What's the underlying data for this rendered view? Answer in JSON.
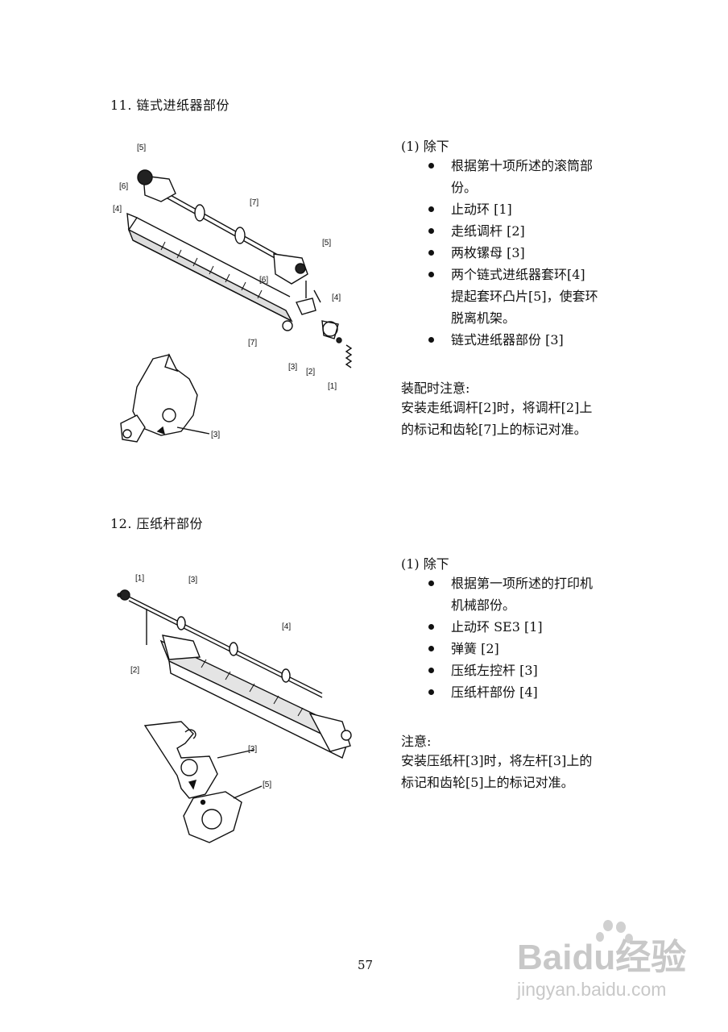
{
  "sections": [
    {
      "title": "11.  链式进纸器部份",
      "remove_heading": "(1)  除下",
      "items": [
        "根据第十项所述的滚筒部",
        "份。",
        "止动环 [1]",
        "走纸调杆 [2]",
        "两枚镙母 [3]",
        "两个链式进纸器套环[4]",
        "提起套环凸片[5]，使套环",
        "脱离机架。",
        "链式进纸器部份 [3]"
      ],
      "note_title": "装配时注意:",
      "note_lines": [
        "安装走纸调杆[2]时，将调杆[2]上",
        "的标记和齿轮[7]上的标记对准。"
      ],
      "figure_labels": [
        "[5]",
        "[6]",
        "[7]",
        "[4]",
        "[5]",
        "[6]",
        "[4]",
        "[7]",
        "[3]",
        "[2]",
        "[1]",
        "[3]"
      ]
    },
    {
      "title": "12.  压纸杆部份",
      "remove_heading": "(1)  除下",
      "items": [
        "根据第一项所述的打印机",
        "机械部份。",
        "止动环 SE3 [1]",
        "弹簧 [2]",
        "压纸左控杆 [3]",
        "压纸杆部份 [4]"
      ],
      "note_title": "注意:",
      "note_lines": [
        "安装压纸杆[3]时，将左杆[3]上的",
        "标记和齿轮[5]上的标记对准。"
      ],
      "figure_labels": [
        "[1]",
        "[3]",
        "[4]",
        "[2]",
        "[3]",
        "[5]"
      ]
    }
  ],
  "page_number": "57",
  "watermark": {
    "brand": "Baidu经验",
    "url": "jingyan.baidu.com"
  }
}
